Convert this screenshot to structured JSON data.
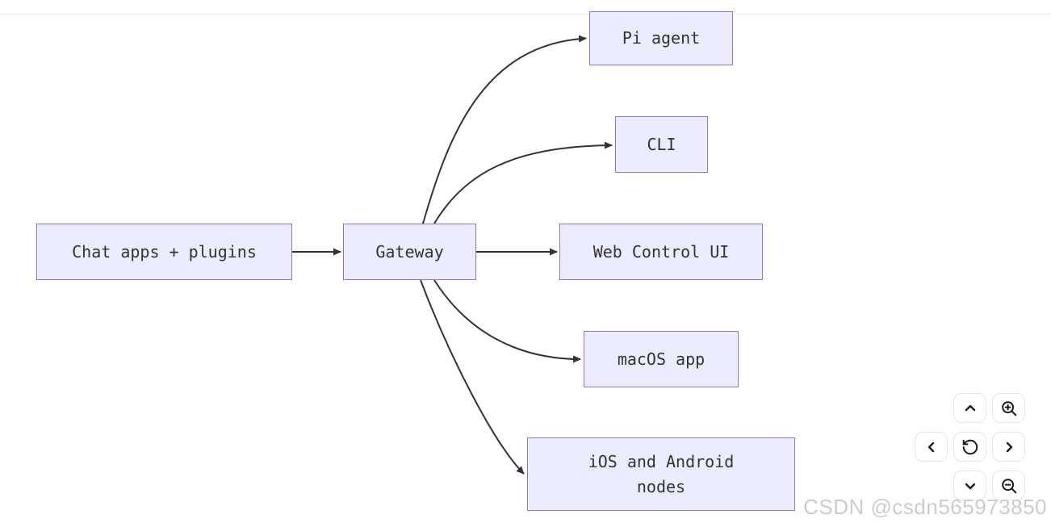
{
  "page": {
    "background": "#ffffff",
    "divider_color": "#ececec"
  },
  "diagram": {
    "type": "flowchart-LR",
    "nodes": {
      "chat": {
        "label": "Chat apps + plugins"
      },
      "gateway": {
        "label": "Gateway"
      },
      "pi": {
        "label": "Pi agent"
      },
      "cli": {
        "label": "CLI"
      },
      "web": {
        "label": "Web Control UI"
      },
      "macos": {
        "label": "macOS app"
      },
      "ios": {
        "line1": "iOS and Android",
        "line2": "nodes"
      }
    },
    "edges": [
      {
        "from": "Chat apps + plugins",
        "to": "Gateway"
      },
      {
        "from": "Gateway",
        "to": "Pi agent"
      },
      {
        "from": "Gateway",
        "to": "CLI"
      },
      {
        "from": "Gateway",
        "to": "Web Control UI"
      },
      {
        "from": "Gateway",
        "to": "macOS app"
      },
      {
        "from": "Gateway",
        "to": "iOS and Android nodes"
      }
    ],
    "colors": {
      "node_fill": "#ECECFF",
      "node_border": "#9370DB",
      "edge": "#333333",
      "text": "#333333"
    }
  },
  "controls": {
    "buttons": [
      {
        "name": "pan-up",
        "icon": "chevron-up-icon"
      },
      {
        "name": "zoom-in",
        "icon": "zoom-in-icon"
      },
      {
        "name": "pan-left",
        "icon": "chevron-left-icon"
      },
      {
        "name": "reset-view",
        "icon": "reset-icon"
      },
      {
        "name": "pan-right",
        "icon": "chevron-right-icon"
      },
      {
        "name": "pan-down",
        "icon": "chevron-down-icon"
      },
      {
        "name": "zoom-out",
        "icon": "zoom-out-icon"
      }
    ]
  },
  "watermark": {
    "text": "CSDN @csdn565973850"
  }
}
